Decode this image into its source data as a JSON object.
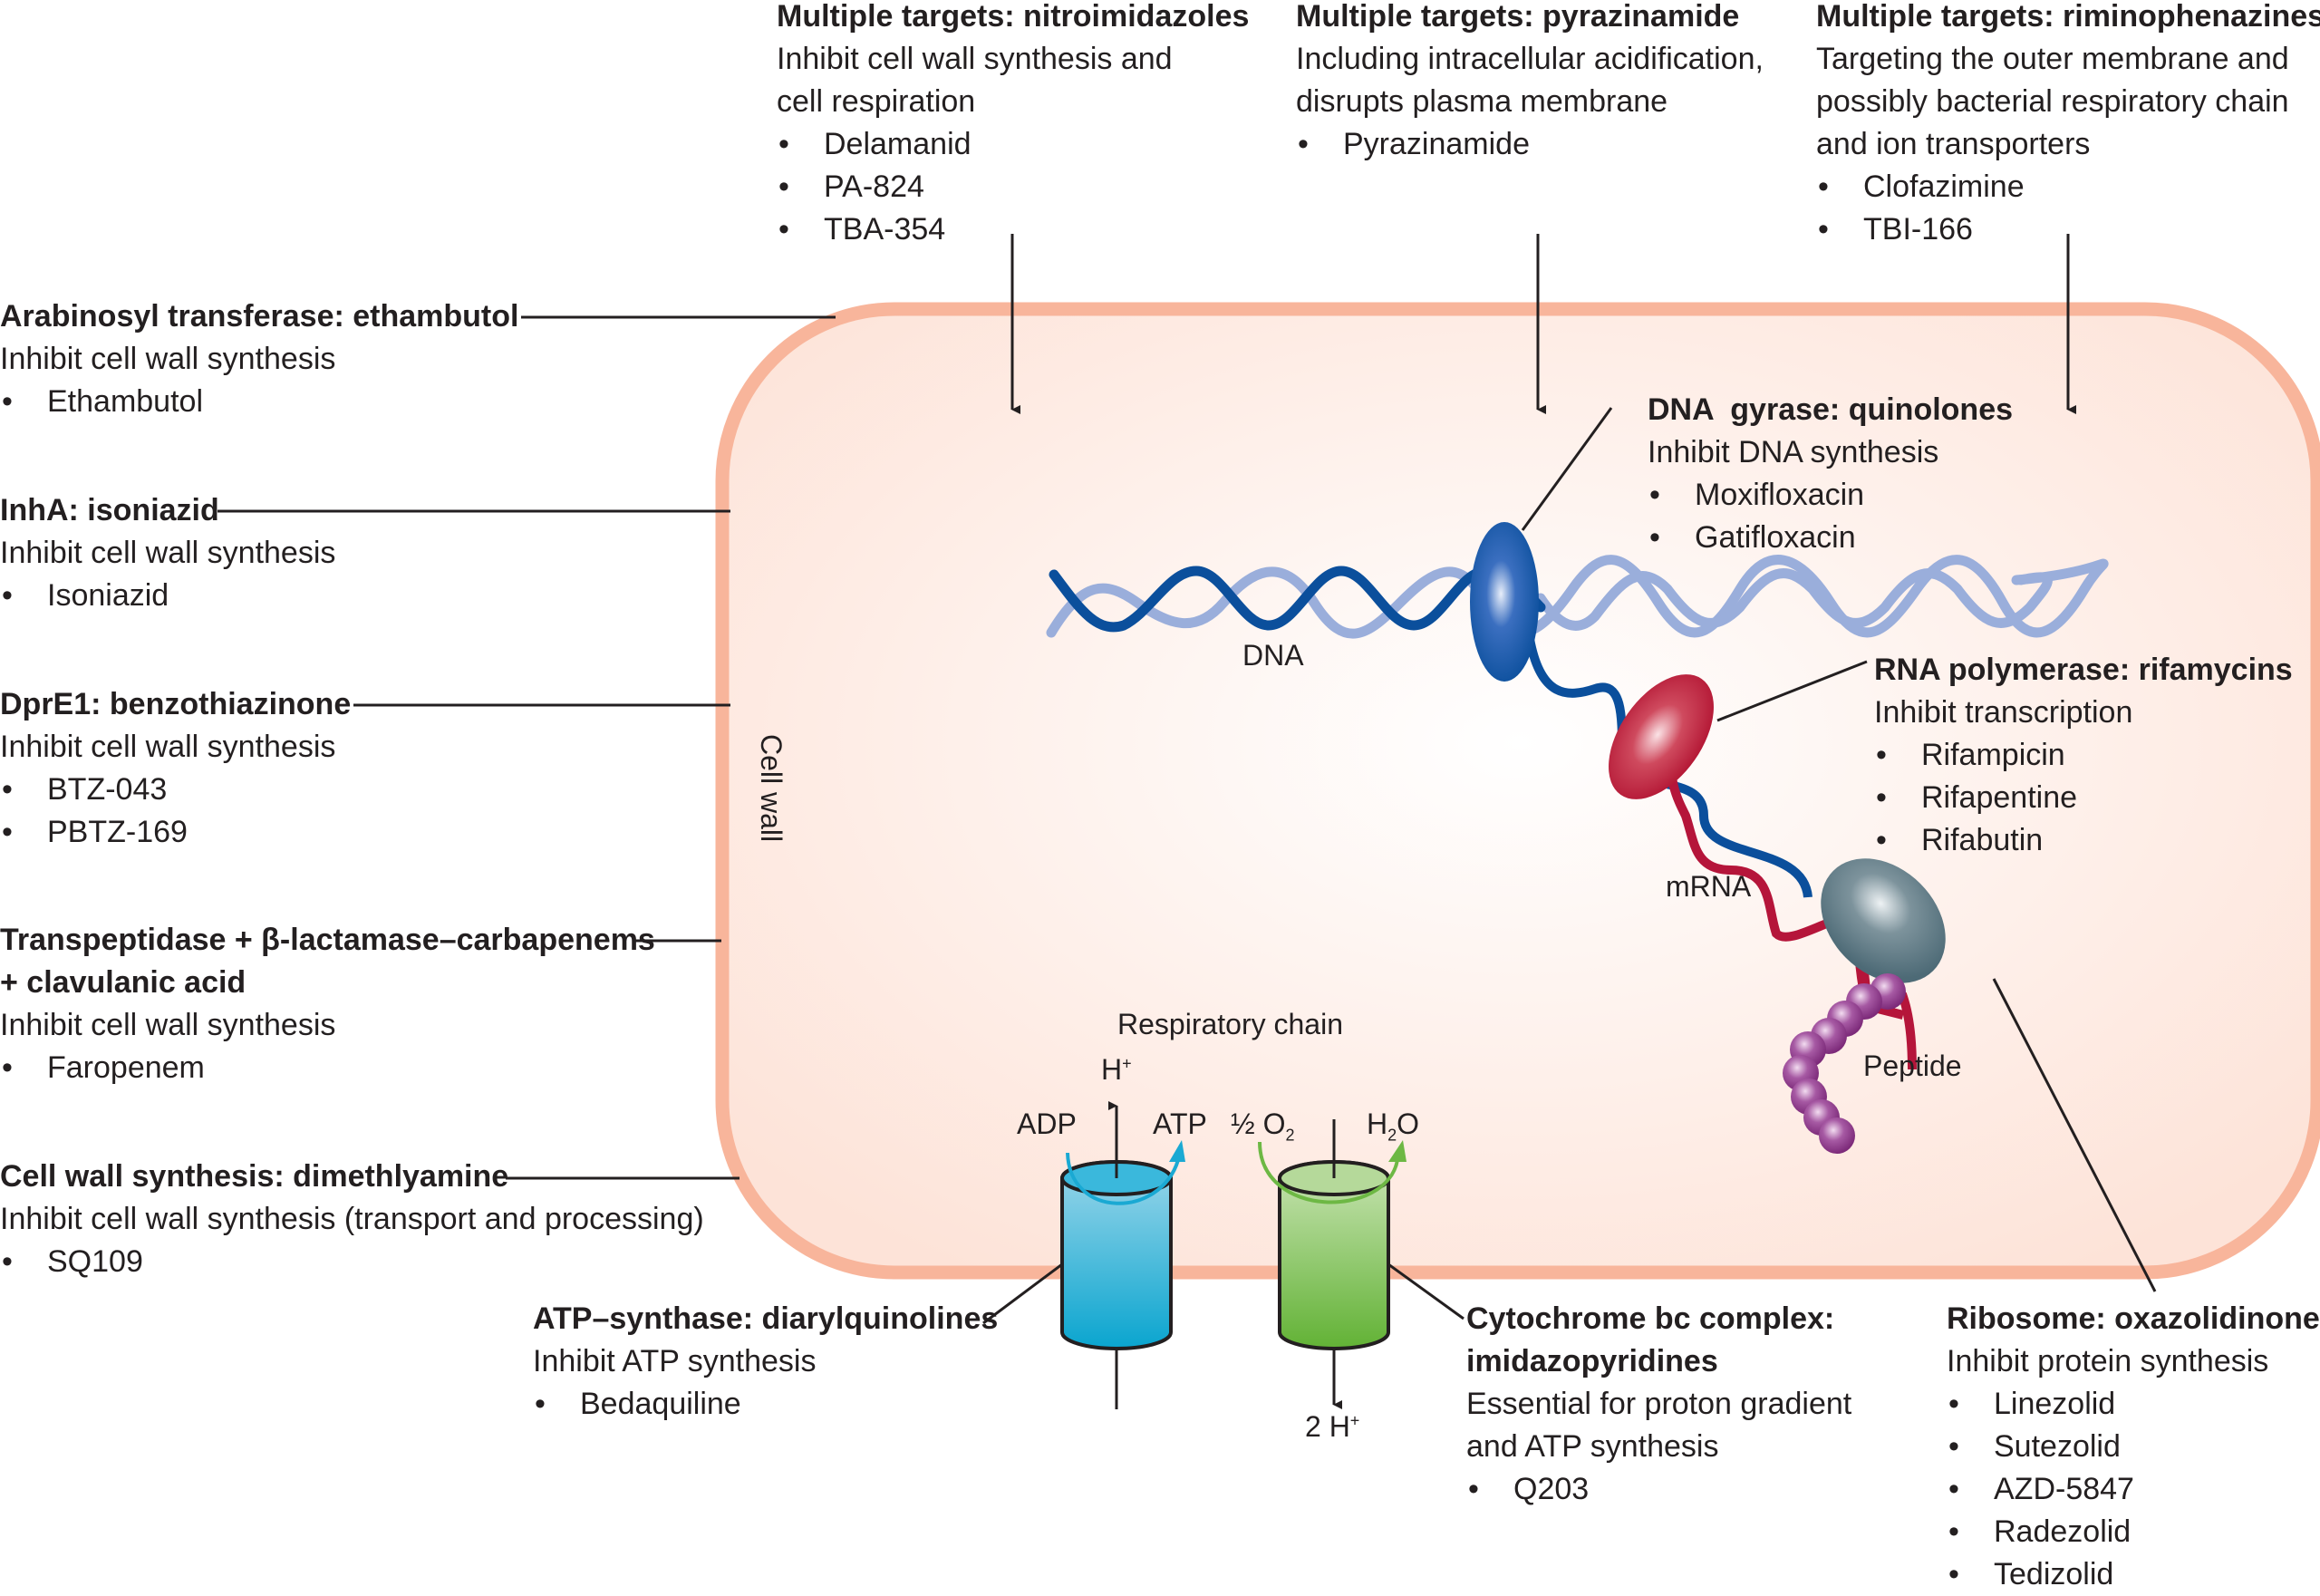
{
  "colors": {
    "cell_wall": "#f8b59b",
    "cytoplasm": "#fde8df",
    "dna_dark": "#0b4f9c",
    "dna_light": "#9aaedb",
    "rna_polymerase": "#b5153a",
    "mrna": "#b5153a",
    "ribosome": "#51707c",
    "peptide": "#8e3a8c",
    "atp_synthase": "#1aa9d3",
    "cytochrome": "#6db844"
  },
  "cell_wall_label": "Cell wall",
  "molecule_labels": {
    "dna": "DNA",
    "mrna": "mRNA",
    "peptide": "Peptide",
    "respiratory_chain": "Respiratory chain",
    "h_plus": "H",
    "h_plus_sup": "+",
    "adp": "ADP",
    "atp": "ATP",
    "half_o2": "½ O",
    "o2_sub": "2",
    "h2o_h": "H",
    "h2o_sub": "2",
    "h2o_o": "O",
    "two_h_plus": "2 H",
    "two_h_plus_sup": "+"
  },
  "targets": {
    "nitroimidazoles": {
      "title": "Multiple targets: nitroimidazoles",
      "description": [
        "Inhibit cell wall synthesis and",
        "cell respiration"
      ],
      "drugs": [
        "Delamanid",
        "PA-824",
        "TBA-354"
      ]
    },
    "pyrazinamide": {
      "title": "Multiple targets: pyrazinamide",
      "description": [
        "Including intracellular acidification,",
        "disrupts plasma membrane"
      ],
      "drugs": [
        "Pyrazinamide"
      ]
    },
    "riminophenazines": {
      "title": "Multiple targets: riminophenazines",
      "description": [
        "Targeting the outer membrane and",
        "possibly bacterial respiratory chain",
        "and ion transporters"
      ],
      "drugs": [
        "Clofazimine",
        "TBI-166"
      ]
    },
    "ethambutol": {
      "title": "Arabinosyl transferase: ethambutol",
      "description": [
        "Inhibit cell wall synthesis"
      ],
      "drugs": [
        "Ethambutol"
      ]
    },
    "isoniazid": {
      "title": "InhA: isoniazid",
      "description": [
        "Inhibit cell wall synthesis"
      ],
      "drugs": [
        "Isoniazid"
      ]
    },
    "benzothiazinone": {
      "title": "DprE1: benzothiazinone",
      "description": [
        "Inhibit cell wall synthesis"
      ],
      "drugs": [
        "BTZ-043",
        "PBTZ-169"
      ]
    },
    "carbapenems": {
      "title": [
        "Transpeptidase + β-lactamase–carbapenems",
        "+ clavulanic acid"
      ],
      "description": [
        "Inhibit cell wall synthesis"
      ],
      "drugs": [
        "Faropenem"
      ]
    },
    "dimethlyamine": {
      "title": "Cell wall synthesis: dimethlyamine",
      "description": [
        "Inhibit cell wall synthesis (transport and processing)"
      ],
      "drugs": [
        "SQ109"
      ]
    },
    "quinolones": {
      "title": "DNA  gyrase: quinolones",
      "description": [
        "Inhibit DNA synthesis"
      ],
      "drugs": [
        "Moxifloxacin",
        "Gatifloxacin"
      ]
    },
    "rifamycins": {
      "title": "RNA polymerase: rifamycins",
      "description": [
        "Inhibit transcription"
      ],
      "drugs": [
        "Rifampicin",
        "Rifapentine",
        "Rifabutin"
      ]
    },
    "diarylquinolines": {
      "title": "ATP–synthase: diarylquinolines",
      "description": [
        "Inhibit ATP synthesis"
      ],
      "drugs": [
        "Bedaquiline"
      ]
    },
    "imidazopyridines": {
      "title": [
        "Cytochrome bc complex:",
        "imidazopyridines"
      ],
      "description": [
        "Essential for proton gradient",
        "and ATP synthesis"
      ],
      "drugs": [
        "Q203"
      ]
    },
    "oxazolidinones": {
      "title": "Ribosome: oxazolidinones",
      "description": [
        "Inhibit protein synthesis"
      ],
      "drugs": [
        "Linezolid",
        "Sutezolid",
        "AZD-5847",
        "Radezolid",
        "Tedizolid"
      ]
    }
  }
}
